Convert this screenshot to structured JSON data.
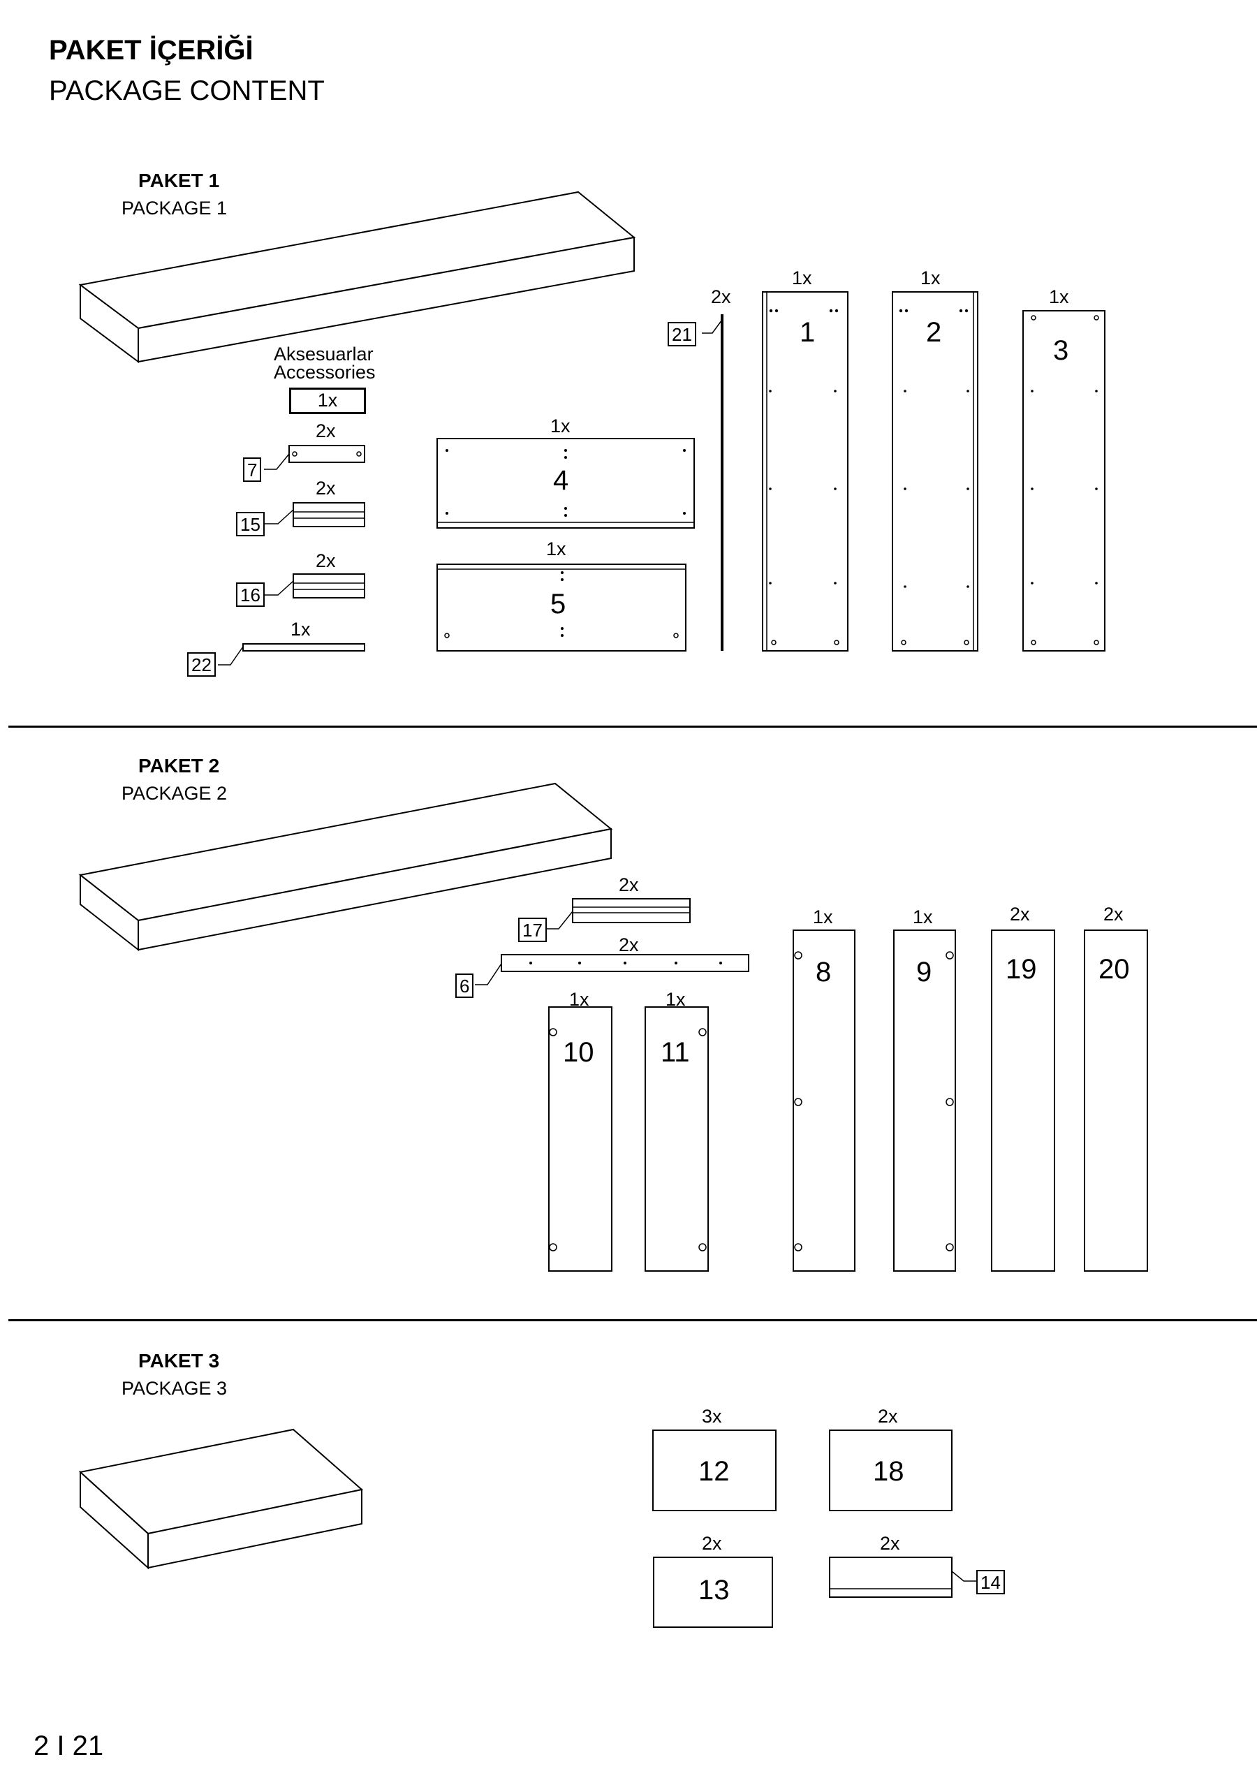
{
  "header": {
    "title_tr": "PAKET İÇERİĞİ",
    "title_en": "PACKAGE CONTENT"
  },
  "packages": [
    {
      "title_tr": "PAKET 1",
      "title_en": "PACKAGE 1"
    },
    {
      "title_tr": "PAKET 2",
      "title_en": "PACKAGE 2"
    },
    {
      "title_tr": "PAKET 3",
      "title_en": "PACKAGE 3"
    }
  ],
  "accessories": {
    "label_tr": "Aksesuarlar",
    "label_en": "Accessories",
    "qty": "1x"
  },
  "parts": {
    "p1": {
      "label": "1",
      "qty": "1x"
    },
    "p2": {
      "label": "2",
      "qty": "1x"
    },
    "p3": {
      "label": "3",
      "qty": "1x"
    },
    "p4": {
      "label": "4",
      "qty": "1x"
    },
    "p5": {
      "label": "5",
      "qty": "1x"
    },
    "p6": {
      "label": "6",
      "qty": "2x"
    },
    "p7": {
      "label": "7",
      "qty": "2x"
    },
    "p8": {
      "label": "8",
      "qty": "1x"
    },
    "p9": {
      "label": "9",
      "qty": "1x"
    },
    "p10": {
      "label": "10",
      "qty": "1x"
    },
    "p11": {
      "label": "11",
      "qty": "1x"
    },
    "p12": {
      "label": "12",
      "qty": "3x"
    },
    "p13": {
      "label": "13",
      "qty": "2x"
    },
    "p14": {
      "label": "14",
      "qty": "2x"
    },
    "p15": {
      "label": "15",
      "qty": "2x"
    },
    "p16": {
      "label": "16",
      "qty": "2x"
    },
    "p17": {
      "label": "17",
      "qty": "2x"
    },
    "p18": {
      "label": "18",
      "qty": "2x"
    },
    "p19": {
      "label": "19",
      "qty": "2x"
    },
    "p20": {
      "label": "20",
      "qty": "2x"
    },
    "p21": {
      "label": "21",
      "qty": "2x"
    },
    "p22": {
      "label": "22",
      "qty": "1x"
    }
  },
  "footer": {
    "page": "2 I 21"
  }
}
